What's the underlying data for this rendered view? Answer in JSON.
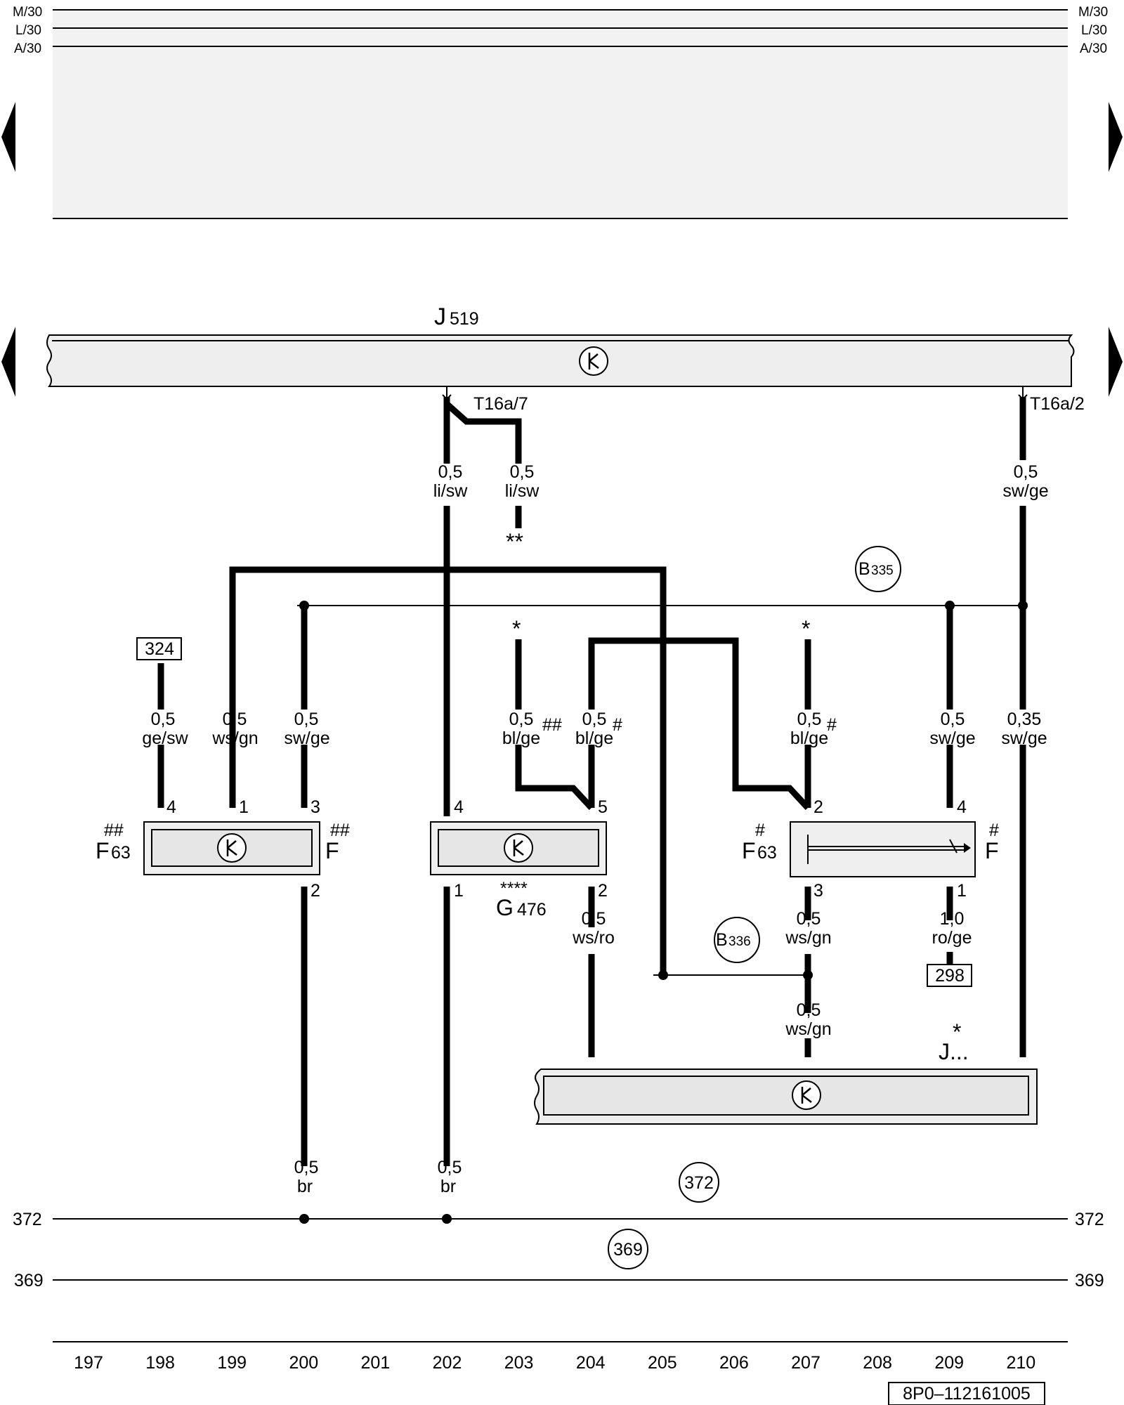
{
  "rails": {
    "m30": "M/30",
    "l30": "L/30",
    "a30": "A/30"
  },
  "components": {
    "j519_main": "J",
    "j519_sub": "519",
    "f63_left": {
      "mark": "##",
      "name": "F",
      "sub": "63",
      "right_mark": "##",
      "right_name": "F"
    },
    "g476": {
      "stars": "****",
      "name": "G",
      "sub": "476"
    },
    "f63_right": {
      "mark": "#",
      "name": "F",
      "sub": "63",
      "right_mark": "#",
      "right_name": "F"
    },
    "j_unknown": {
      "star": "*",
      "name": "J..."
    }
  },
  "connectors": {
    "t16a7": "T16a/7",
    "t16a2": "T16a/2"
  },
  "wires": {
    "w_li_sw_a": {
      "size": "0,5",
      "color": "li/sw"
    },
    "w_li_sw_b": {
      "size": "0,5",
      "color": "li/sw"
    },
    "w_sw_ge_top": {
      "size": "0,5",
      "color": "sw/ge"
    },
    "w_ge_sw": {
      "size": "0,5",
      "color": "ge/sw"
    },
    "w_ws_gn_199": {
      "size": "0,5",
      "color": "ws/gn"
    },
    "w_sw_ge_200": {
      "size": "0,5",
      "color": "sw/ge"
    },
    "w_bl_ge_203": {
      "size": "0,5",
      "color": "bl/ge",
      "mark": "##"
    },
    "w_bl_ge_204": {
      "size": "0,5",
      "color": "bl/ge",
      "mark": "#"
    },
    "w_bl_ge_207": {
      "size": "0,5",
      "color": "bl/ge",
      "mark": "#"
    },
    "w_sw_ge_209": {
      "size": "0,5",
      "color": "sw/ge"
    },
    "w_sw_ge_210": {
      "size": "0,35",
      "color": "sw/ge"
    },
    "w_ws_ro": {
      "size": "0,5",
      "color": "ws/ro"
    },
    "w_ws_gn_207a": {
      "size": "0,5",
      "color": "ws/gn"
    },
    "w_ws_gn_207b": {
      "size": "0,5",
      "color": "ws/gn"
    },
    "w_ro_ge": {
      "size": "1,0",
      "color": "ro/ge"
    },
    "w_br_200": {
      "size": "0,5",
      "color": "br"
    },
    "w_br_202": {
      "size": "0,5",
      "color": "br"
    }
  },
  "notes": {
    "star2": "**",
    "star_203": "*",
    "star_207": "*"
  },
  "pins": {
    "f63l_4": "4",
    "f63l_1": "1",
    "f63l_3": "3",
    "f63l_2": "2",
    "g476_4": "4",
    "g476_5": "5",
    "g476_1": "1",
    "g476_2": "2",
    "f63r_2": "2",
    "f63r_4": "4",
    "f63r_3": "3",
    "f63r_1": "1"
  },
  "refs": {
    "r324": "324",
    "r298": "298"
  },
  "bubbles": {
    "b335": {
      "letter": "B",
      "num": "335"
    },
    "b336": {
      "letter": "B",
      "num": "336"
    },
    "g372": "372",
    "g369": "369"
  },
  "ground_rails": {
    "g372": "372",
    "g369": "369"
  },
  "columns": [
    "197",
    "198",
    "199",
    "200",
    "201",
    "202",
    "203",
    "204",
    "205",
    "206",
    "207",
    "208",
    "209",
    "210"
  ],
  "diagram_id": "8P0–112161005"
}
